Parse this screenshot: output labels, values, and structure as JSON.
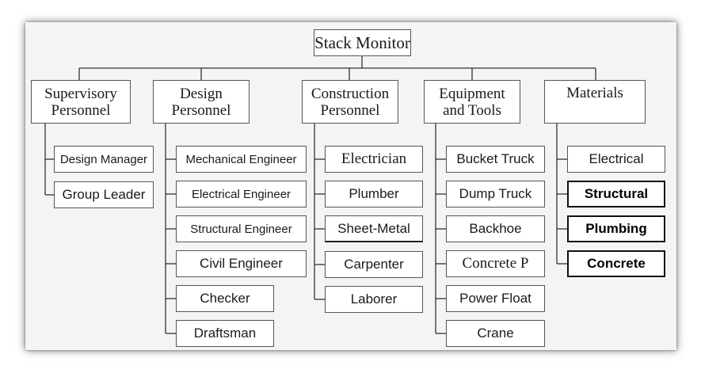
{
  "root": "Stack Monitor",
  "categories": [
    {
      "label": "Supervisory Personnel",
      "line1": "Supervisory",
      "line2": "Personnel",
      "items": [
        "Design Manager",
        "Group Leader"
      ]
    },
    {
      "label": "Design Personnel",
      "line1": "Design",
      "line2": "Personnel",
      "items": [
        "Mechanical Engineer",
        "Electrical Engineer",
        "Structural Engineer",
        "Civil Engineer",
        "Checker",
        "Draftsman"
      ]
    },
    {
      "label": "Construction Personnel",
      "line1": "Construction",
      "line2": "Personnel",
      "items": [
        "Electrician",
        "Plumber",
        "Sheet-Metal",
        "Carpenter",
        "Laborer"
      ]
    },
    {
      "label": "Equipment and Tools",
      "line1": "Equipment",
      "line2": "and Tools",
      "items": [
        "Bucket Truck",
        "Dump Truck",
        "Backhoe",
        "Concrete P",
        "Power Float",
        "Crane"
      ]
    },
    {
      "label": "Materials",
      "line1": "Materials",
      "line2": "",
      "items": [
        "Electrical",
        "Structural",
        "Plumbing",
        "Concrete"
      ]
    }
  ]
}
